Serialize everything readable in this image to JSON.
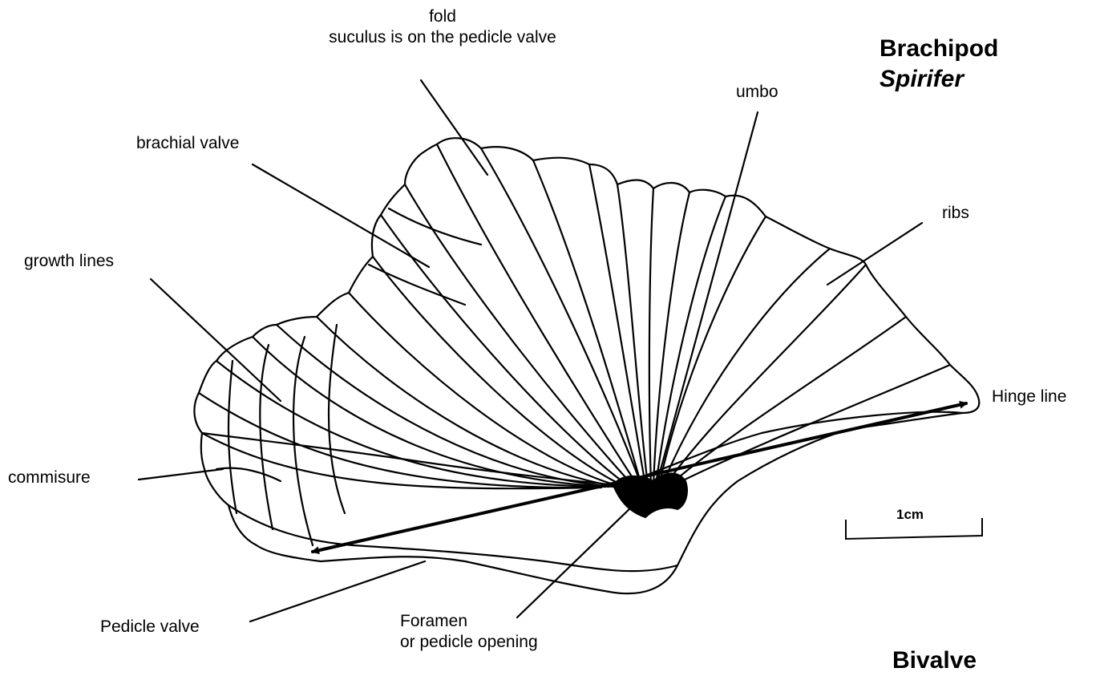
{
  "title": {
    "line1": "Brachipod",
    "line2": "Spirifer"
  },
  "labels": {
    "fold_line1": "fold",
    "fold_line2": "suculus is on the pedicle valve",
    "umbo": "umbo",
    "brachial_valve": "brachial valve",
    "ribs": "ribs",
    "growth_lines": "growth lines",
    "hinge_line": "Hinge line",
    "commisure": "commisure",
    "pedicle_valve": "Pedicle valve",
    "foramen_line1": "Foramen",
    "foramen_line2": "or pedicle opening"
  },
  "scale_bar": {
    "label": "1cm"
  },
  "footer": {
    "next_title": "Bivalve"
  }
}
